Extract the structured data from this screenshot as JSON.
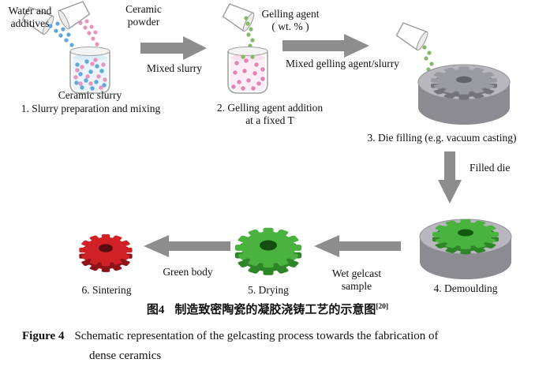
{
  "diagram": {
    "step1": {
      "input_left_line1": "Water and",
      "input_left_line2": "additives",
      "input_right_line1": "Ceramic",
      "input_right_line2": "powder",
      "vessel_label": "Ceramic slurry",
      "caption": "1. Slurry preparation and mixing"
    },
    "arrow1_label": "Mixed slurry",
    "step2": {
      "input_line1": "Gelling agent",
      "input_line2": "( wt. % )",
      "caption_line1": "2. Gelling agent addition",
      "caption_line2": "at a fixed T"
    },
    "arrow2_label": "Mixed gelling agent/slurry",
    "step3": {
      "caption": "3. Die filling (e.g. vacuum casting)"
    },
    "arrow3_label": "Filled die",
    "step4": {
      "caption": "4. Demoulding"
    },
    "arrow4_label_line1": "Wet gelcast",
    "arrow4_label_line2": "sample",
    "step5": {
      "caption": "5. Drying"
    },
    "arrow5_label": "Green body",
    "step6": {
      "caption": "6. Sintering"
    }
  },
  "caption": {
    "zh_label": "图4",
    "zh_text": "制造致密陶瓷的凝胶浇铸工艺的示意图",
    "zh_ref": "[20]",
    "en_label": "Figure 4",
    "en_line1": "Schematic representation of the gelcasting process towards the fabrication of",
    "en_line2": "dense ceramics"
  },
  "colors": {
    "arrow_gray": "#8d8d8d",
    "water_dot_blue": "#5fa8d8",
    "powder_dot_pink": "#e795bd",
    "gel_dot_green": "#84b968",
    "die_gray": "#b7b7bd",
    "gear_green": "#4ab23e",
    "gear_red": "#d02127"
  }
}
